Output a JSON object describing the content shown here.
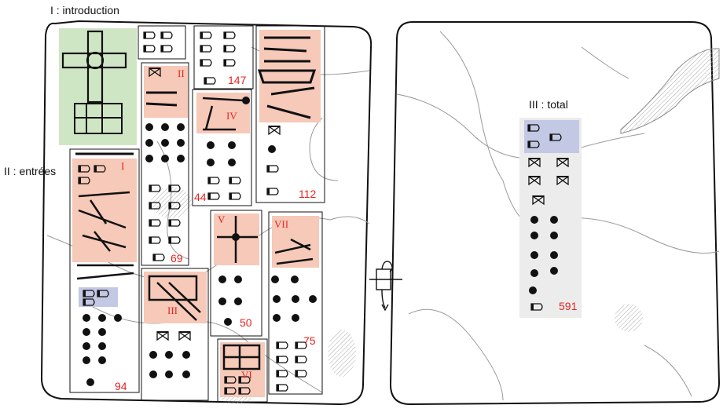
{
  "labels": {
    "introduction": "I : introduction",
    "entries": "II : entrées",
    "total": "III : total"
  },
  "numbers": {
    "n147": "147",
    "n112": "112",
    "n44": "44",
    "n69": "69",
    "n50": "50",
    "n75": "75",
    "n94": "94",
    "n591": "591"
  },
  "sections": {
    "I": "I",
    "II": "II",
    "III": "III",
    "IV": "IV",
    "V": "V",
    "VI": "VI",
    "VII": "VII"
  },
  "colors": {
    "intro_green": "#cfe6c4",
    "entry_peach": "#f6c9b8",
    "total_blue": "#c3c9e4",
    "total_panel": "#ececec",
    "number_red": "#e8231f",
    "outline": "#111111",
    "crack_line": "#9a9a9a"
  }
}
